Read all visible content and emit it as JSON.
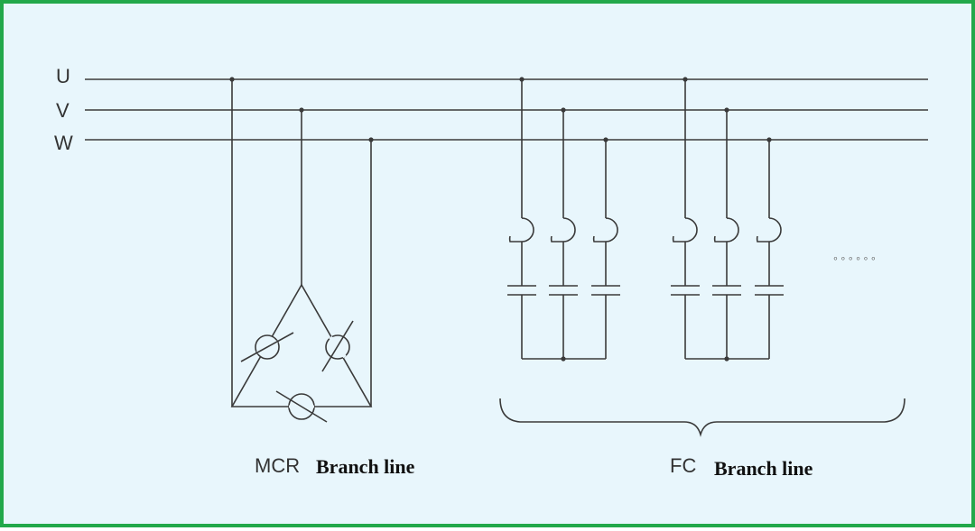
{
  "phases": [
    {
      "label": "U"
    },
    {
      "label": "V"
    },
    {
      "label": "W"
    }
  ],
  "mcr_group": {
    "abbr": "MCR",
    "label": "Branch line"
  },
  "fc_group": {
    "abbr": "FC",
    "label": "Branch line",
    "continuation": "∘∘∘∘∘∘"
  },
  "colors": {
    "frame_border": "#22a84a",
    "background": "#e8f6fc",
    "wire": "#3a3a3a"
  }
}
